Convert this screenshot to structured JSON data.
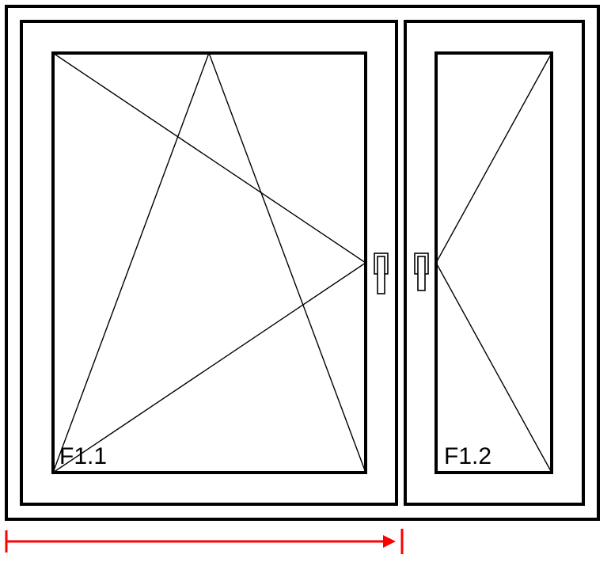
{
  "colors": {
    "frame": "#000000",
    "dimension": "#ff0000",
    "background": "#ffffff"
  },
  "sashes": [
    {
      "label": "F1.1",
      "opening": "tilt-and-turn",
      "hinge_side": "left",
      "handle_side": "right"
    },
    {
      "label": "F1.2",
      "opening": "turn",
      "hinge_side": "right",
      "handle_side": "left"
    }
  ],
  "dimension_line": {
    "arrow_direction": "right",
    "label": ""
  }
}
